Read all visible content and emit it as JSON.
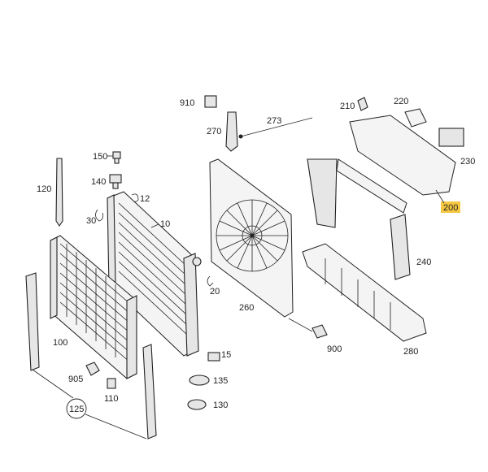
{
  "callouts": {
    "p10": "10",
    "p12": "12",
    "p15": "15",
    "p20": "20",
    "p30": "30",
    "p100": "100",
    "p110": "110",
    "p120": "120",
    "p125": "125",
    "p130": "130",
    "p135": "135",
    "p140": "140",
    "p150": "150",
    "p200": "200",
    "p210": "210",
    "p220": "220",
    "p230": "230",
    "p240": "240",
    "p260": "260",
    "p270": "270",
    "p273": "273",
    "p280": "280",
    "p900": "900",
    "p905": "905",
    "p910": "910"
  },
  "colors": {
    "highlight": "#f5c842",
    "line": "#222222",
    "part_fill": "#e6e6e6"
  }
}
